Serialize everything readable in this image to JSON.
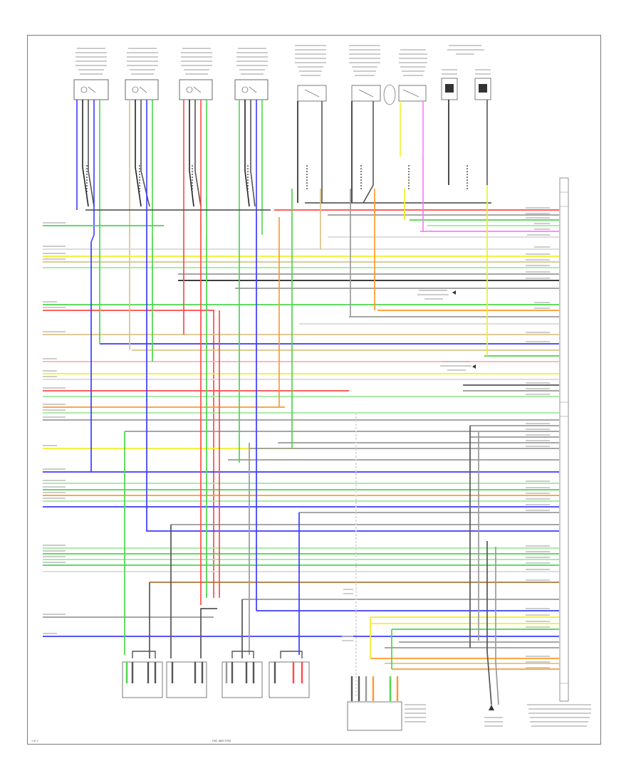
{
  "diagram": {
    "footer_label": "FUEL INJECTORS",
    "page_ref": "1 of 2"
  },
  "colors": {
    "red": "#ff4a4a",
    "green": "#4cd64c",
    "light_green": "#9ee89e",
    "blue": "#3b3bff",
    "yellow": "#f0f02a",
    "orange": "#ff9a2e",
    "pink": "#ff79ff",
    "gray": "#9a9a9a",
    "tan": "#d8c28a",
    "black": "#222222",
    "white_wire": "#d8d8d8",
    "brown": "#b0743a",
    "violet": "#8a6cff",
    "light_blue": "#9bd0ff"
  },
  "wire_colors": [
    "red",
    "gray",
    "green",
    "light_green",
    "white_wire",
    "yellow",
    "tan",
    "light_green",
    "blue",
    "gray",
    "orange",
    "gray",
    "white_wire",
    "red",
    "yellow",
    "green",
    "white_wire",
    "gray",
    "green",
    "white_wire",
    "blue",
    "tan",
    "green",
    "orange",
    "gray",
    "green",
    "blue",
    "gray",
    "gray",
    "gray",
    "light_green",
    "blue",
    "orange",
    "green",
    "gray",
    "blue",
    "gray",
    "yellow",
    "orange",
    "brown",
    "gray",
    "blue",
    "gray",
    "orange",
    "yellow",
    "green",
    "gray",
    "orange",
    "red",
    "white_wire"
  ]
}
